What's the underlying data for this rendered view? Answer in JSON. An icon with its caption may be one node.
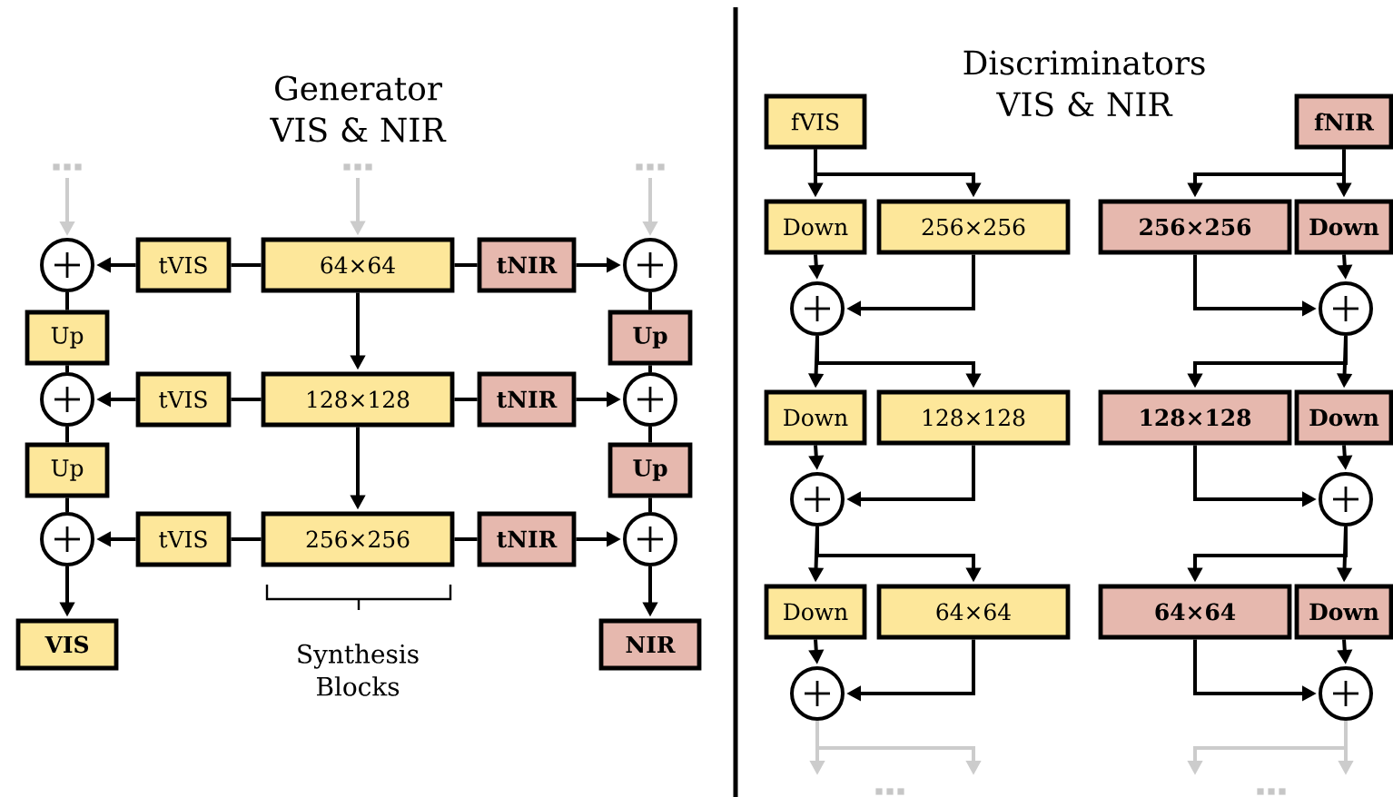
{
  "diagram": {
    "nodes": [
      {
        "text": [],
        "shape": "circle"
      },
      {
        "text": [
          "tVIS"
        ]
      },
      {
        "text": [
          "64×64"
        ]
      },
      {
        "text": [
          "tNIR"
        ]
      },
      {
        "text": [],
        "shape": "circle"
      },
      {
        "text": [
          "Up"
        ]
      },
      {
        "text": [
          "Up"
        ]
      },
      {
        "text": [],
        "shape": "circle"
      },
      {
        "text": [
          "tVIS"
        ]
      },
      {
        "text": [
          "128×128"
        ]
      },
      {
        "text": [
          "tNIR"
        ]
      },
      {
        "text": [],
        "shape": "circle"
      },
      {
        "text": [
          "Up"
        ]
      },
      {
        "text": [
          "Up"
        ]
      },
      {
        "text": [],
        "shape": "circle"
      },
      {
        "text": [
          "tVIS"
        ]
      },
      {
        "text": [
          "256×256"
        ]
      },
      {
        "text": [
          "tNIR"
        ]
      },
      {
        "text": [],
        "shape": "circle"
      },
      {
        "text": [
          "VIS"
        ]
      },
      {
        "text": [
          "NIR"
        ]
      },
      {
        "text": [
          "fVIS"
        ]
      },
      {
        "text": [
          "fNIR"
        ]
      },
      {
        "text": [
          "Down"
        ]
      },
      {
        "text": [
          "256×256"
        ]
      },
      {
        "text": [
          "256×256"
        ]
      },
      {
        "text": [
          "Down"
        ]
      },
      {
        "text": [],
        "shape": "circle"
      },
      {
        "text": [],
        "shape": "circle"
      },
      {
        "text": [
          "Down"
        ]
      },
      {
        "text": [
          "128×128"
        ]
      },
      {
        "text": [
          "128×128"
        ]
      },
      {
        "text": [
          "Down"
        ]
      },
      {
        "text": [],
        "shape": "circle"
      },
      {
        "text": [],
        "shape": "circle"
      },
      {
        "text": [
          "Down"
        ]
      },
      {
        "text": [
          "64×64"
        ]
      },
      {
        "text": [
          "64×64"
        ]
      },
      {
        "text": [
          "Down"
        ]
      },
      {
        "text": [],
        "shape": "circle"
      },
      {
        "text": [],
        "shape": "circle"
      }
    ],
    "edges": [
      {
        "from": 2,
        "to": 1,
        "arrow": "none"
      },
      {
        "from": 1,
        "to": 0,
        "arrow": "to"
      },
      {
        "from": 2,
        "to": 3,
        "arrow": "none"
      },
      {
        "from": 3,
        "to": 4,
        "arrow": "to"
      },
      {
        "from": 0,
        "to": 5,
        "arrow": "none"
      },
      {
        "from": 5,
        "to": 7,
        "arrow": "none"
      },
      {
        "from": 4,
        "to": 6,
        "arrow": "none"
      },
      {
        "from": 6,
        "to": 11,
        "arrow": "none"
      },
      {
        "from": 2,
        "to": 9,
        "arrow": "to"
      },
      {
        "from": 9,
        "to": 8,
        "arrow": "none"
      },
      {
        "from": 8,
        "to": 7,
        "arrow": "to"
      },
      {
        "from": 9,
        "to": 10,
        "arrow": "none"
      },
      {
        "from": 10,
        "to": 11,
        "arrow": "to"
      },
      {
        "from": 7,
        "to": 12,
        "arrow": "none"
      },
      {
        "from": 12,
        "to": 14,
        "arrow": "none"
      },
      {
        "from": 11,
        "to": 13,
        "arrow": "none"
      },
      {
        "from": 13,
        "to": 18,
        "arrow": "none"
      },
      {
        "from": 9,
        "to": 16,
        "arrow": "to"
      },
      {
        "from": 16,
        "to": 15,
        "arrow": "none"
      },
      {
        "from": 15,
        "to": 14,
        "arrow": "to"
      },
      {
        "from": 16,
        "to": 17,
        "arrow": "none"
      },
      {
        "from": 17,
        "to": 18,
        "arrow": "to"
      },
      {
        "from": 14,
        "to": 19,
        "arrow": "to"
      },
      {
        "from": 18,
        "to": 20,
        "arrow": "to"
      },
      {
        "from": null,
        "to": 0,
        "arrow": "to",
        "color": "#cccccc"
      },
      {
        "from": null,
        "to": 2,
        "arrow": "to",
        "color": "#cccccc"
      },
      {
        "from": null,
        "to": 4,
        "arrow": "to",
        "color": "#cccccc"
      },
      {
        "from": 21,
        "to": 23,
        "arrow": "to"
      },
      {
        "from": 21,
        "to": 24,
        "arrow": "to"
      },
      {
        "from": 23,
        "to": 27,
        "arrow": "to"
      },
      {
        "from": 24,
        "to": 27,
        "arrow": "to"
      },
      {
        "from": 27,
        "to": 29,
        "arrow": "to"
      },
      {
        "from": 27,
        "to": 30,
        "arrow": "to"
      },
      {
        "from": 29,
        "to": 33,
        "arrow": "to"
      },
      {
        "from": 30,
        "to": 33,
        "arrow": "to"
      },
      {
        "from": 33,
        "to": 35,
        "arrow": "to"
      },
      {
        "from": 33,
        "to": 36,
        "arrow": "to"
      },
      {
        "from": 35,
        "to": 39,
        "arrow": "to"
      },
      {
        "from": 36,
        "to": 39,
        "arrow": "to"
      },
      {
        "from": 39,
        "to": null,
        "arrow": "to",
        "color": "#cccccc"
      },
      {
        "from": 39,
        "to": null,
        "arrow": "to",
        "color": "#cccccc"
      },
      {
        "from": 22,
        "to": 26,
        "arrow": "to"
      },
      {
        "from": 22,
        "to": 25,
        "arrow": "to"
      },
      {
        "from": 26,
        "to": 28,
        "arrow": "to"
      },
      {
        "from": 25,
        "to": 28,
        "arrow": "to"
      },
      {
        "from": 28,
        "to": 32,
        "arrow": "to"
      },
      {
        "from": 28,
        "to": 31,
        "arrow": "to"
      },
      {
        "from": 32,
        "to": 34,
        "arrow": "to"
      },
      {
        "from": 31,
        "to": 34,
        "arrow": "to"
      },
      {
        "from": 34,
        "to": 38,
        "arrow": "to"
      },
      {
        "from": 34,
        "to": 37,
        "arrow": "to"
      },
      {
        "from": 38,
        "to": 40,
        "arrow": "to"
      },
      {
        "from": 37,
        "to": 40,
        "arrow": "to"
      },
      {
        "from": 40,
        "to": null,
        "arrow": "to",
        "color": "#cccccc"
      },
      {
        "from": 40,
        "to": null,
        "arrow": "to",
        "color": "#cccccc"
      }
    ],
    "labels": [
      "Generator VIS & NIR",
      "Discriminators VIS & NIR",
      "Synthesis Blocks"
    ]
  }
}
